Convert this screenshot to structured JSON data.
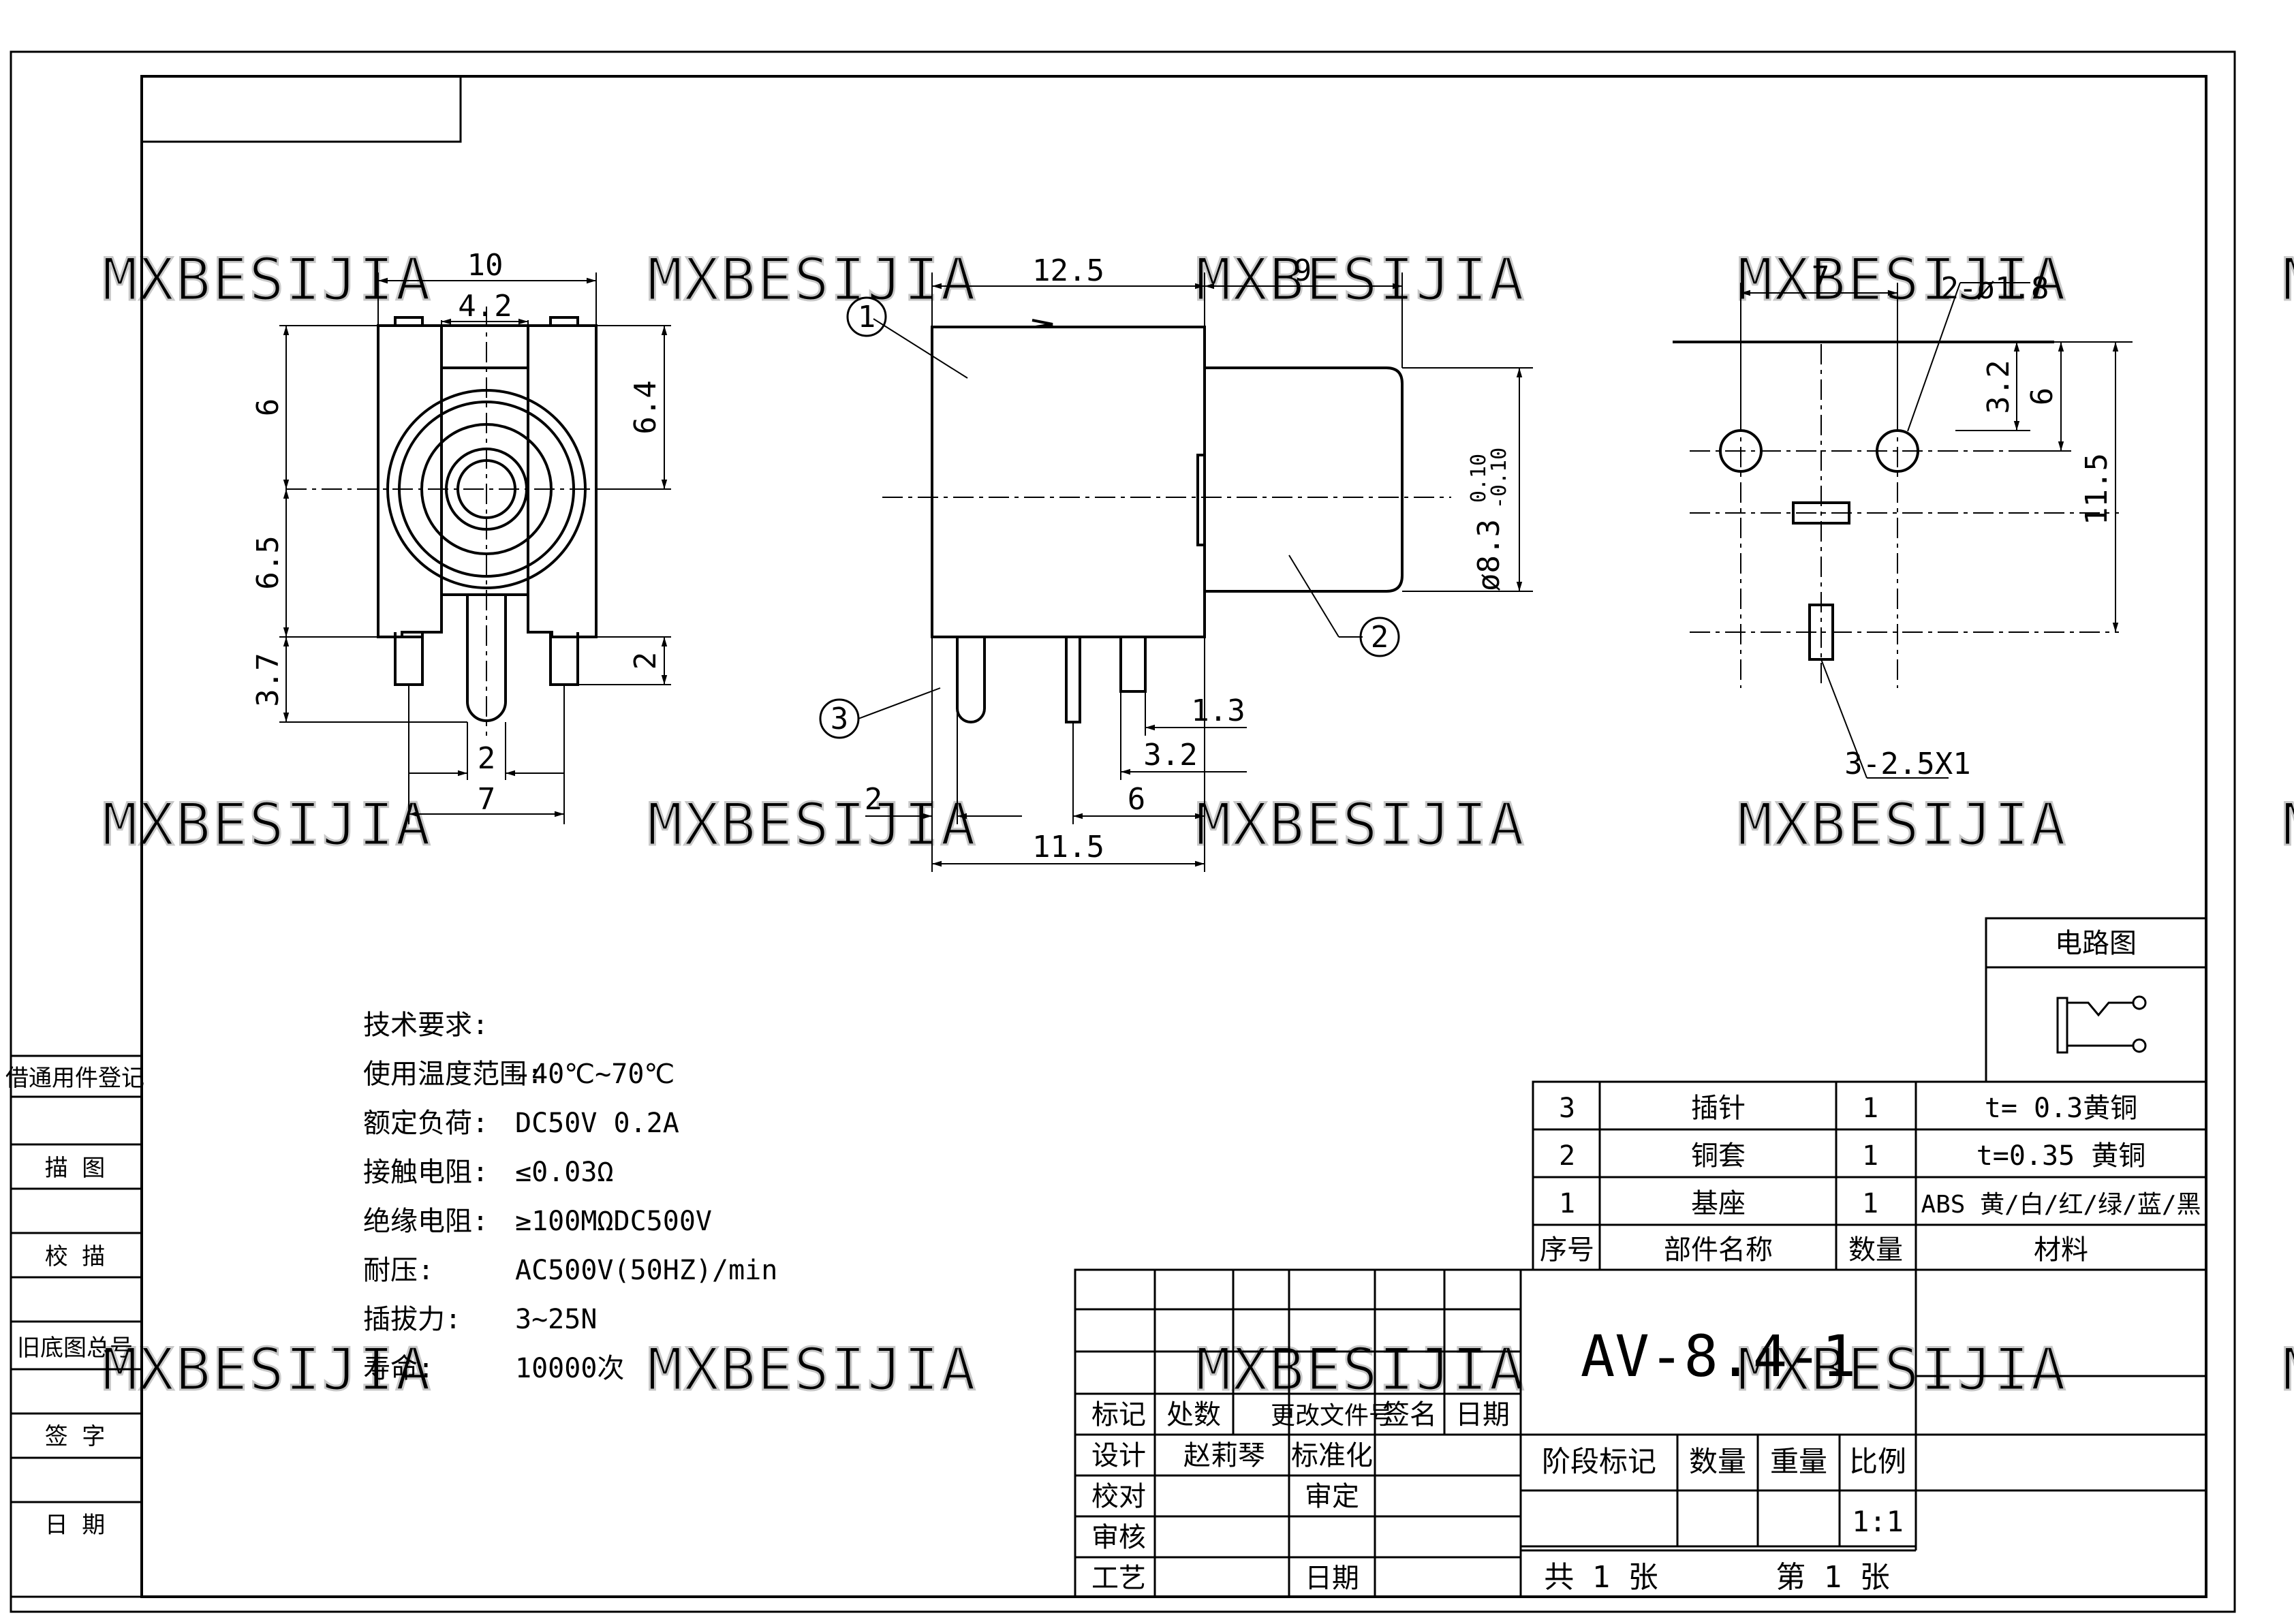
{
  "watermark": "MXBESIJIA",
  "front_view": {
    "dims": {
      "w10": "10",
      "w4_2": "4.2",
      "h6": "6",
      "h6_4": "6.4",
      "h6_5": "6.5",
      "h3_7": "3.7",
      "h2": "2",
      "w2": "2",
      "w7": "7"
    }
  },
  "side_view": {
    "dims": {
      "l12_5": "12.5",
      "l9": "9",
      "dia": "ø8.3",
      "tol_plus": "0.10",
      "tol_minus": "-0.10",
      "d1_3": "1.3",
      "d3_2": "3.2",
      "d2": "2",
      "d6": "6",
      "d11_5": "11.5"
    },
    "callouts": [
      "1",
      "2",
      "3"
    ],
    "callout_glyphs": [
      "①",
      "②",
      "③"
    ]
  },
  "pcb_view": {
    "dims": {
      "w7": "7",
      "hole": "2-ø1.8",
      "h3_2": "3.2",
      "h6": "6",
      "h11_5": "11.5",
      "slot": "3-2.5X1"
    }
  },
  "tech_notes": {
    "title": "技术要求:",
    "rows": [
      {
        "label": "使用温度范围:",
        "value": "-40℃~70℃"
      },
      {
        "label": "额定负荷:",
        "value": "DC50V 0.2A"
      },
      {
        "label": "接触电阻:",
        "value": "≤0.03Ω"
      },
      {
        "label": "绝缘电阻:",
        "value": "≥100MΩDC500V"
      },
      {
        "label": "耐压:",
        "value": "AC500V(50HZ)/min"
      },
      {
        "label": "插拔力:",
        "value": "3~25N"
      },
      {
        "label": "寿命:",
        "value": "10000次"
      }
    ]
  },
  "left_strip": [
    "借通用件登记",
    "描  图",
    "校  描",
    "旧底图总号",
    "签  字",
    "日  期"
  ],
  "circuit_title": "电路图",
  "bom": {
    "rows": [
      {
        "no": "3",
        "name": "插针",
        "qty": "1",
        "material": "t= 0.3黄铜"
      },
      {
        "no": "2",
        "name": "铜套",
        "qty": "1",
        "material": "t=0.35 黄铜"
      },
      {
        "no": "1",
        "name": "基座",
        "qty": "1",
        "material": "ABS 黄/白/红/绿/蓝/黑"
      }
    ],
    "header": {
      "no": "序号",
      "name": "部件名称",
      "qty": "数量",
      "material": "材料"
    }
  },
  "title_block": {
    "rev_headers": [
      "标记",
      "处数",
      "更改文件号",
      "签名",
      "日期"
    ],
    "sign_rows": [
      {
        "label": "设计",
        "name": "赵莉琴",
        "label2": "标准化"
      },
      {
        "label": "校对",
        "name": "",
        "label2": "审定"
      },
      {
        "label": "审核",
        "name": "",
        "label2": ""
      },
      {
        "label": "工艺",
        "name": "",
        "label2": "日期"
      }
    ],
    "part_no": "AV-8.4-1",
    "stage_headers": [
      "阶段标记",
      "数量",
      "重量",
      "比例"
    ],
    "scale": "1:1",
    "sheets_total": "共 1 张",
    "sheet_no": "第 1 张"
  }
}
